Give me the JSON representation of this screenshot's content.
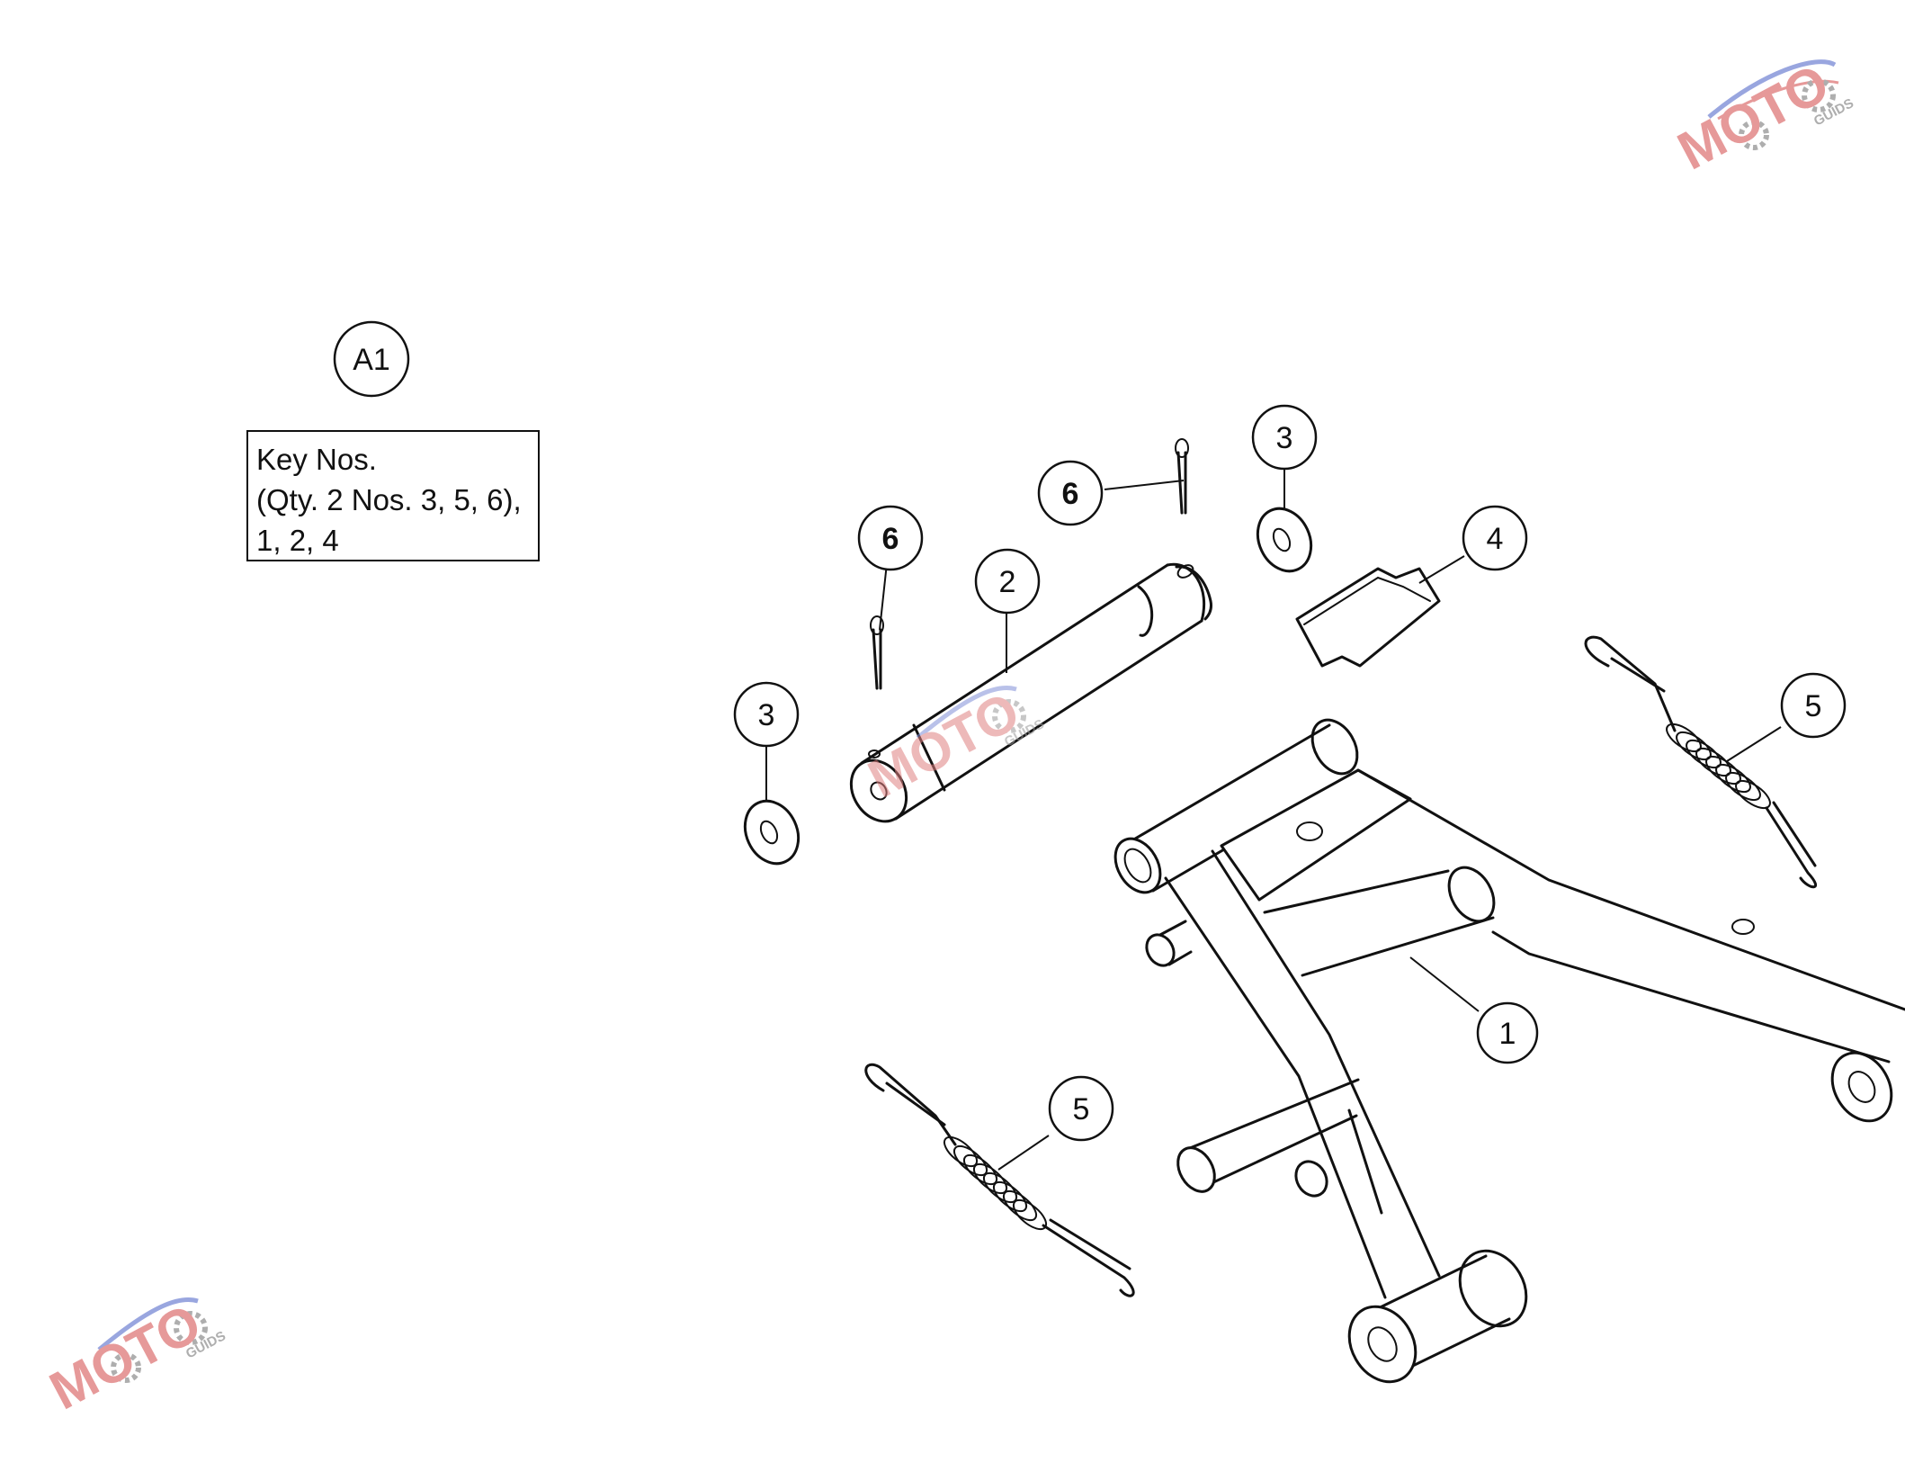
{
  "assembly_label": "A1",
  "key_box": {
    "line1": "Key Nos.",
    "line2": "(Qty. 2 Nos. 3, 5, 6),",
    "line3": "1, 2, 4"
  },
  "callouts": {
    "frame": "1",
    "shaft": "2",
    "washer_top": "3",
    "washer_left": "3",
    "plate": "4",
    "spring_right": "5",
    "spring_left": "5",
    "cotter_top": "6",
    "cotter_left": "6"
  },
  "watermark": {
    "brand": "MOTO",
    "sub": "GUIDS"
  },
  "colors": {
    "line": "#111111",
    "watermark_red": "#e08080",
    "watermark_blue": "#8090d8",
    "watermark_gray": "#9a9a9a"
  }
}
